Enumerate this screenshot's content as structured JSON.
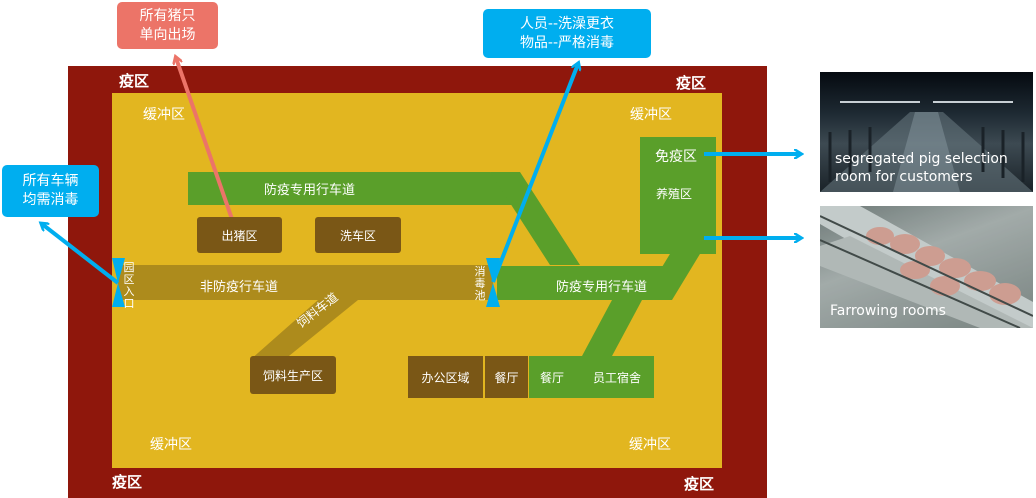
{
  "zones": {
    "epidemic_tl": "疫区",
    "epidemic_tr": "疫区",
    "epidemic_bl": "疫区",
    "epidemic_br": "疫区",
    "buffer_tl": "缓冲区",
    "buffer_tr": "缓冲区",
    "buffer_bl": "缓冲区",
    "buffer_br": "缓冲区",
    "free_zone": "免疫区",
    "breeding_zone": "养殖区"
  },
  "roads": {
    "biosecure_top": "防疫专用行车道",
    "biosecure_right": "防疫专用行车道",
    "non_biosecure": "非防疫行车道",
    "feed_road": "饲料车道"
  },
  "facilities": {
    "pig_out": "出猪区",
    "car_wash": "洗车区",
    "feed_production": "饲料生产区",
    "office": "办公区域",
    "canteen_brown": "餐厅",
    "canteen_green": "餐厅",
    "dormitory": "员工宿舍"
  },
  "gates": {
    "park_entrance": "园区入口",
    "disinfection_pool": "消毒池"
  },
  "callouts": {
    "pigs_line1": "所有猪只",
    "pigs_line2": "单向出场",
    "people_line1": "人员--洗澡更衣",
    "people_line2": "物品--严格消毒",
    "vehicles_line1": "所有车辆",
    "vehicles_line2": "均需消毒"
  },
  "photos": {
    "selection_caption_line1": "segregated pig selection",
    "selection_caption_line2": "room for customers",
    "farrowing_caption": "Farrowing rooms"
  },
  "colors": {
    "epidemic": "#8f170c",
    "buffer": "#e2b620",
    "biosecure_green": "#5a9f2a",
    "non_biosecure_olive": "#ad8b1c",
    "facility_brown": "#7a5716",
    "callout_blue": "#00aeef",
    "callout_red": "#ec7468"
  }
}
